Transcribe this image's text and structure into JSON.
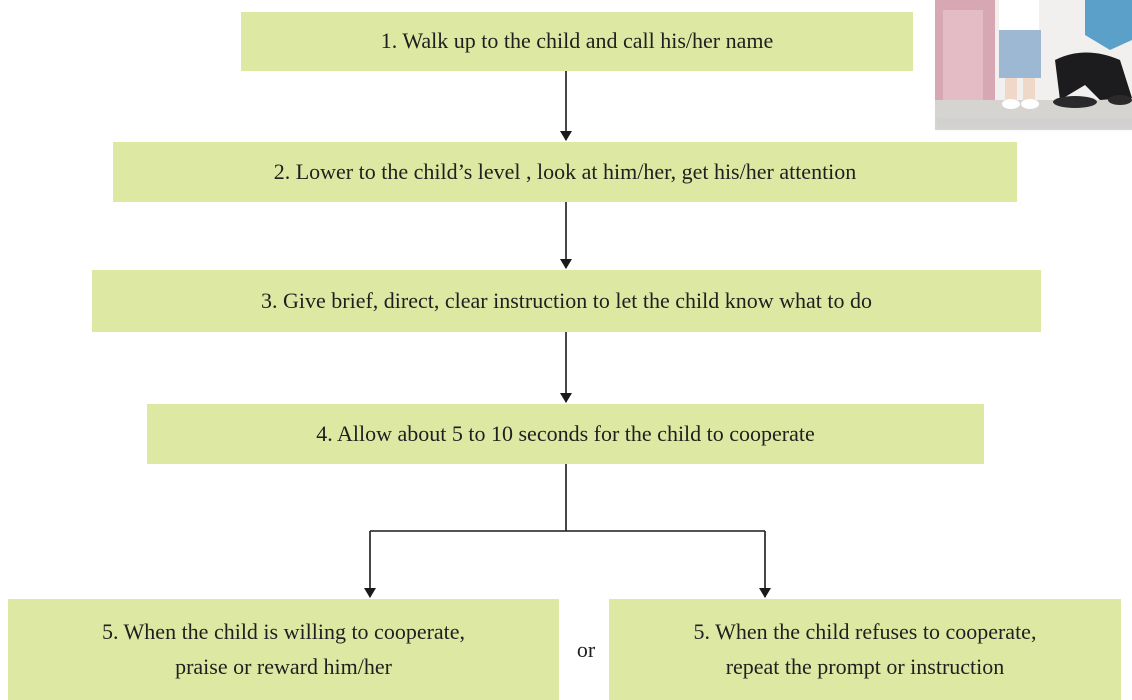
{
  "steps": {
    "step1": "1. Walk up to the child and call his/her name",
    "step2": "2. Lower to the child’s level , look at him/her, get his/her attention",
    "step3": "3. Give brief, direct, clear instruction to let the child know what to do",
    "step4": "4. Allow about 5 to 10 seconds for the child to cooperate",
    "step5a": {
      "line1": "5. When the child is willing to cooperate,",
      "line2": "praise or reward him/her"
    },
    "step5b": {
      "line1": "5. When the child refuses to cooperate,",
      "line2": "repeat the prompt or instruction"
    },
    "or_label": "or"
  },
  "colors": {
    "box_fill": "#dde8a3",
    "text": "#1f1f1f",
    "arrow": "#1a1a1a"
  },
  "photo": {
    "description_icon": "photo-adult-kneeling-with-child"
  }
}
